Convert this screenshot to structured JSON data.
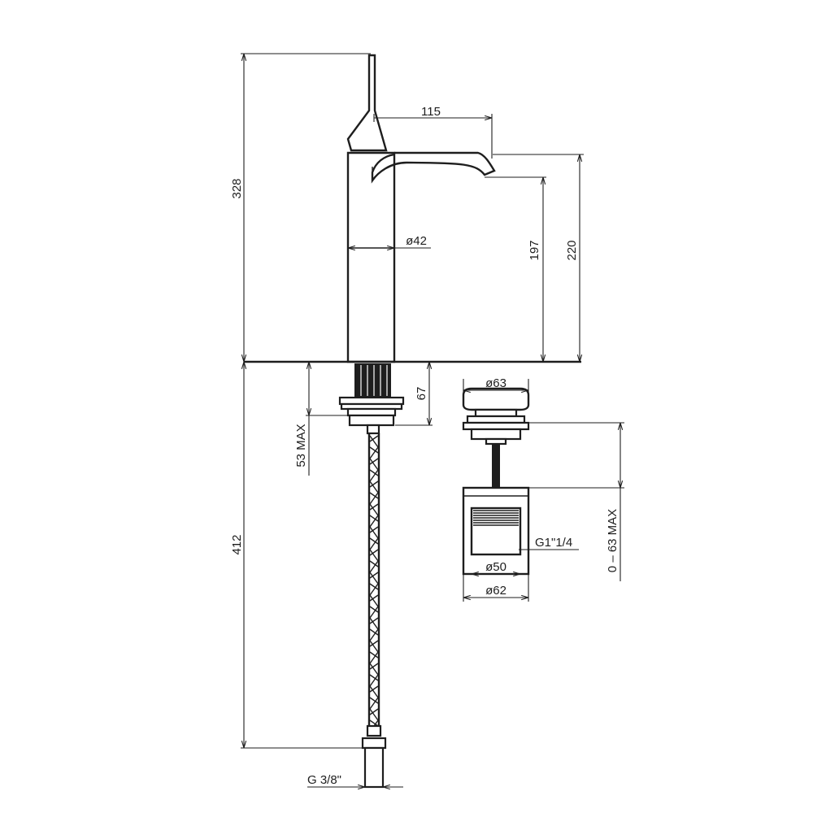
{
  "dimensions": {
    "total_height": "328",
    "spout_reach": "115",
    "body_diameter": "ø42",
    "spout_height": "197",
    "overall_height": "220",
    "shank_length": "67",
    "deck_thickness": "53 MAX",
    "hose_length": "412",
    "inlet_thread": "G 3/8\"",
    "waste_cap_diameter": "ø63",
    "waste_range": "0 – 63 MAX",
    "waste_thread": "G1\"1/4",
    "waste_inner_diameter": "ø50",
    "waste_outer_diameter": "ø62"
  }
}
